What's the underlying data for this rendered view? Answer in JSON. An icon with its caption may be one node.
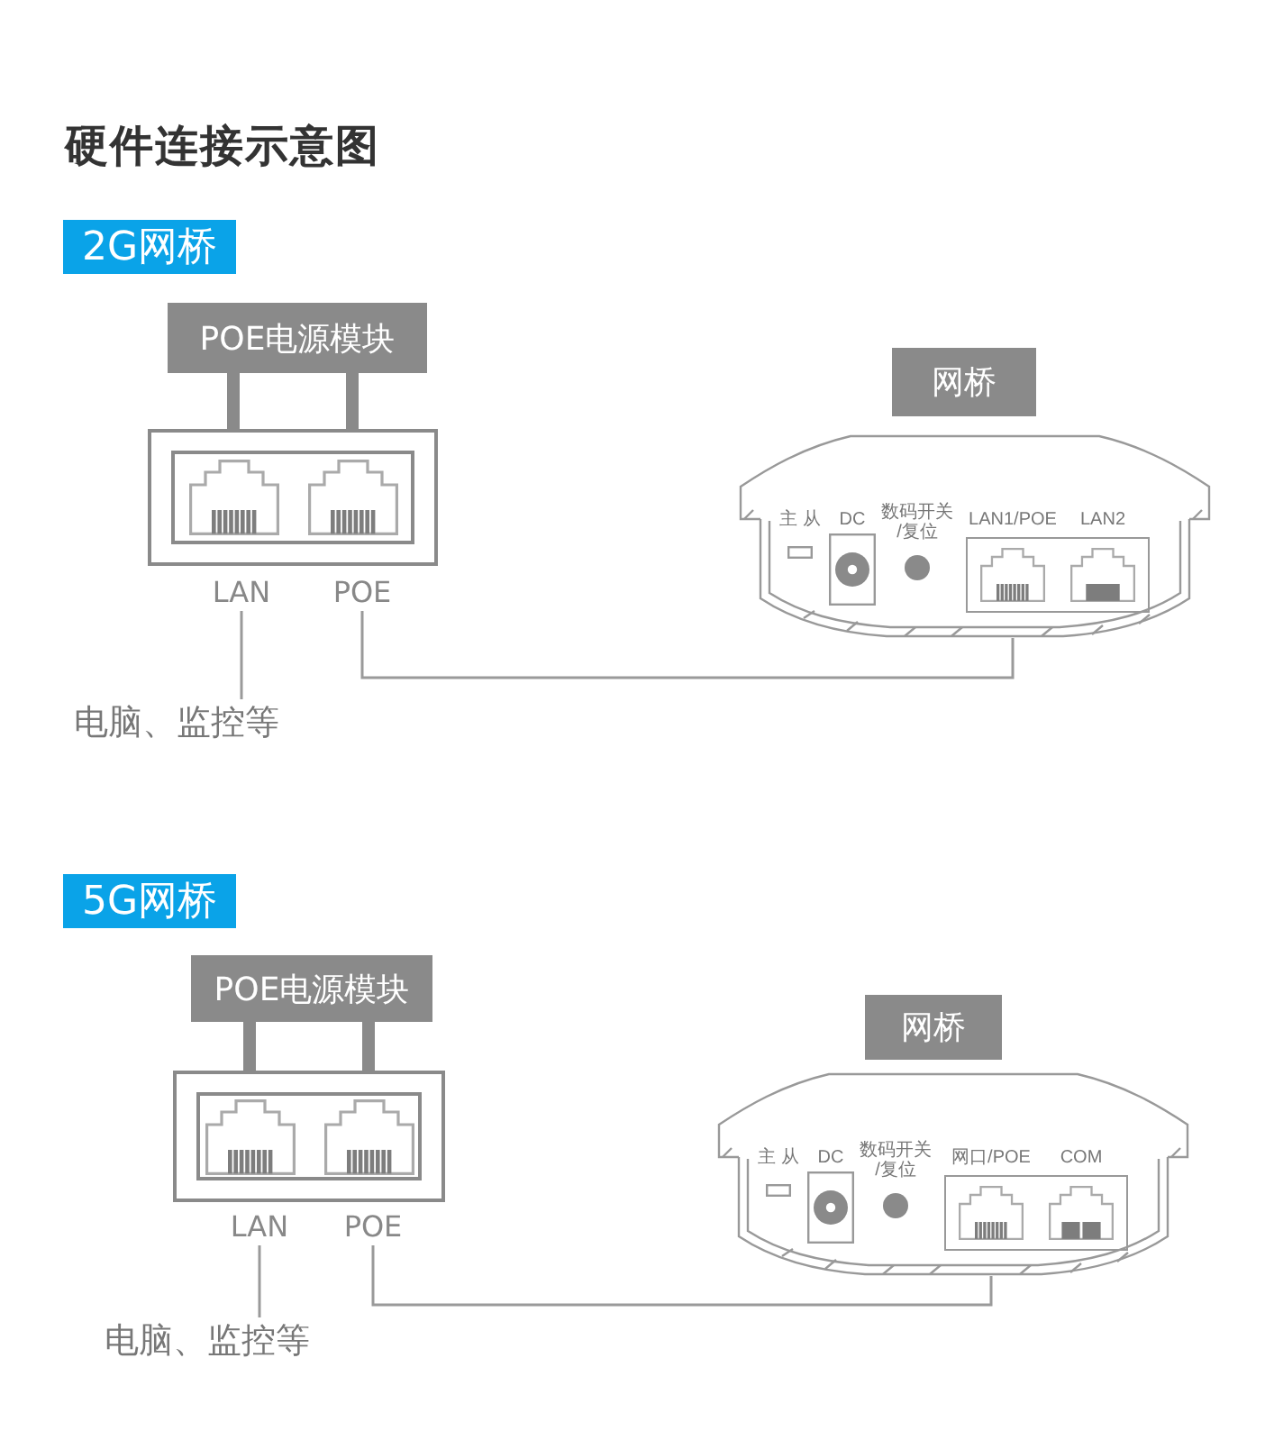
{
  "diagram": {
    "title": "硬件连接示意图",
    "nodes": [
      {
        "text": [
          "2G网桥"
        ]
      },
      {
        "text": [
          "POE电源模块"
        ]
      },
      {
        "text": [],
        "shape": "box"
      },
      {
        "text": [
          "LAN"
        ]
      },
      {
        "text": [
          "POE"
        ]
      },
      {
        "text": [
          "电脑、监控等"
        ]
      },
      {
        "text": [
          "网桥"
        ]
      },
      {
        "text": [
          "主 从",
          "DC",
          "数码开关/复位",
          "LAN1/POE",
          "LAN2"
        ]
      },
      {
        "text": [
          "5G网桥"
        ]
      },
      {
        "text": [
          "POE电源模块"
        ]
      },
      {
        "text": [],
        "shape": "box"
      },
      {
        "text": [
          "LAN"
        ]
      },
      {
        "text": [
          "POE"
        ]
      },
      {
        "text": [
          "电脑、监控等"
        ]
      },
      {
        "text": [
          "网桥"
        ]
      },
      {
        "text": [
          "主 从",
          "DC",
          "数码开关/复位",
          "网口/POE",
          "COM"
        ]
      }
    ],
    "edges": [
      {
        "from": 1,
        "to": 2,
        "arrow": "none",
        "style": "thick"
      },
      {
        "from": 1,
        "to": 2,
        "arrow": "none",
        "style": "thick"
      },
      {
        "from": 3,
        "to": 5,
        "arrow": "none"
      },
      {
        "from": 4,
        "to": 7,
        "arrow": "none"
      },
      {
        "from": 9,
        "to": 10,
        "arrow": "none",
        "style": "thick"
      },
      {
        "from": 9,
        "to": 10,
        "arrow": "none",
        "style": "thick"
      },
      {
        "from": 11,
        "to": 13,
        "arrow": "none"
      },
      {
        "from": 12,
        "to": 15,
        "arrow": "none"
      }
    ]
  }
}
